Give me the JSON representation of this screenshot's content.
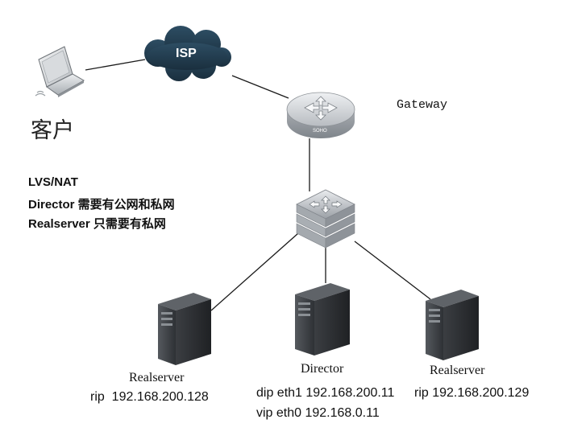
{
  "client": {
    "label": "客户"
  },
  "cloud": {
    "label": "ISP"
  },
  "gateway": {
    "label": "Gateway",
    "router_text": "SOHO"
  },
  "notes": {
    "line1": "LVS/NAT",
    "line2": "Director 需要有公网和私网",
    "line3": "Realserver 只需要有私网"
  },
  "servers": {
    "left": {
      "name": "Realserver",
      "ip": "rip  192.168.200.128"
    },
    "middle": {
      "name": "Director",
      "dip": "dip eth1 192.168.200.11",
      "vip": "vip eth0 192.168.0.11"
    },
    "right": {
      "name": "Realserver",
      "ip": "rip 192.168.200.129"
    }
  },
  "colors": {
    "line": "#1a1a1a",
    "cloud": "#213a4c",
    "router": "#c9ccd0",
    "server": "#2b2d30"
  }
}
